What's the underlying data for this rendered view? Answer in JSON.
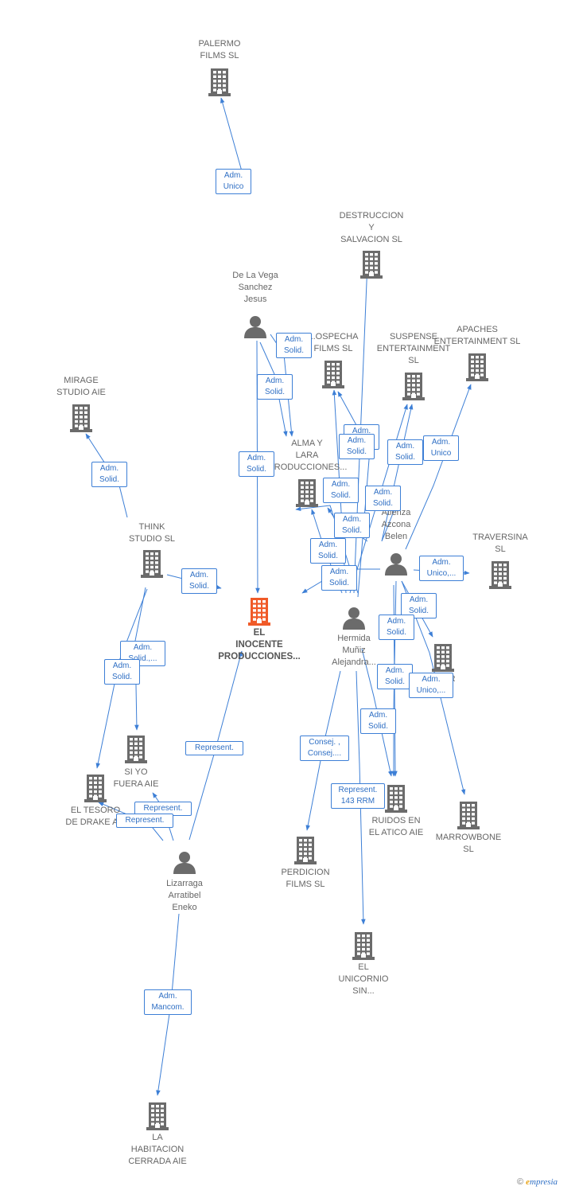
{
  "colors": {
    "edge": "#3d7fd6",
    "company_icon": "#6b6b6b",
    "focus_company": "#f05a28",
    "person_icon": "#6b6b6b"
  },
  "nodes": [
    {
      "id": "palermo",
      "type": "company",
      "label": "PALERMO\nFILMS SL"
    },
    {
      "id": "destruccion",
      "type": "company",
      "label": "DESTRUCCION\nY\nSALVACION SL"
    },
    {
      "id": "delavega",
      "type": "person",
      "label": "De La Vega\nSanchez\nJesus"
    },
    {
      "id": "sospecha",
      "type": "company",
      "label": "...OSPECHA\nFILMS SL"
    },
    {
      "id": "suspense",
      "type": "company",
      "label": "SUSPENSE\nENTERTAINMENT\nSL"
    },
    {
      "id": "apaches",
      "type": "company",
      "label": "APACHES\nENTERTAINMENT SL"
    },
    {
      "id": "mirage",
      "type": "company",
      "label": "MIRAGE\nSTUDIO AIE"
    },
    {
      "id": "almaylara",
      "type": "company",
      "label": "ALMA Y\nLARA\n...RODUCCIONES..."
    },
    {
      "id": "think",
      "type": "company",
      "label": "THINK\nSTUDIO SL"
    },
    {
      "id": "atienza",
      "type": "person",
      "label": "Atienza\nAzcona\nBelen"
    },
    {
      "id": "traversina",
      "type": "company",
      "label": "TRAVERSINA\nSL"
    },
    {
      "id": "inocente",
      "type": "focus",
      "label": "EL\nINOCENTE\nPRODUCCIONES..."
    },
    {
      "id": "hermida",
      "type": "person",
      "label": "Hermida\nMuñiz\nAlejandra..."
    },
    {
      "id": "hunter",
      "type": "company",
      "label": "...TER\nAIE"
    },
    {
      "id": "siyo",
      "type": "company",
      "label": "SI YO\nFUERA AIE"
    },
    {
      "id": "tesoro",
      "type": "company",
      "label": "EL TESORO\nDE DRAKE A..."
    },
    {
      "id": "ruidos",
      "type": "company",
      "label": "RUIDOS EN\nEL ATICO AIE"
    },
    {
      "id": "marrowbone",
      "type": "company",
      "label": "MARROWBONE\nSL"
    },
    {
      "id": "lizarraga",
      "type": "person",
      "label": "Lizarraga\nArratibel\nEneko"
    },
    {
      "id": "perdicion",
      "type": "company",
      "label": "PERDICION\nFILMS SL"
    },
    {
      "id": "unicornio",
      "type": "company",
      "label": "EL\nUNICORNIO\nSIN..."
    },
    {
      "id": "habitacion",
      "type": "company",
      "label": "LA\nHABITACION\nCERRADA AIE"
    }
  ],
  "edge_labels": [
    "Adm.\nUnico",
    "Adm.\nSolid.",
    "Adm.\nSolid.",
    "Adm.\nSolid.",
    "Adm.\nSolid.",
    "Adm.\nSolid.",
    "Adm.\nSolid.",
    "Adm.\nSolid.",
    "Adm.\nSolid.",
    "Adm.\nSolid.",
    "Adm.\nUnico",
    "Adm.\nSolid.",
    "Adm.\nSolid.",
    "Adm.\nSolid.",
    "Adm.\nSolid.",
    "Adm.\nUnico,...",
    "Adm.\nSolid.",
    "Adm.\nSolid.",
    "Adm.\nSolid.",
    "Adm.\nSolid.,...",
    "Adm.\nSolid.",
    "Adm.\nSolid.",
    "Adm.\nUnico,...",
    "Adm.\nSolid.",
    "Consej. ,\nConsej....",
    "Represent.",
    "Represent.\n143 RRM",
    "Represent.",
    "Represent.",
    "Adm.\nMancom."
  ],
  "brand": {
    "copyright": "©",
    "first_letter": "e",
    "rest": "mpresia"
  }
}
